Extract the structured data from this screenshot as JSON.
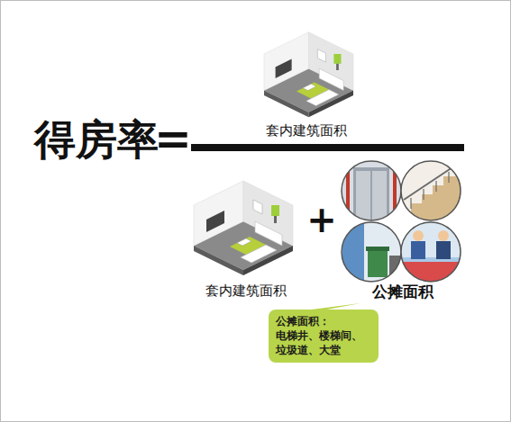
{
  "diagram": {
    "nodes": [
      {
        "text": [
          "公摊面积：",
          "电梯井、楼梯间、 垃圾道、大堂"
        ]
      }
    ],
    "labels": [
      "得房率",
      "=",
      "套内建筑面积",
      "+",
      "套内建筑面积",
      "公摊面积"
    ]
  }
}
